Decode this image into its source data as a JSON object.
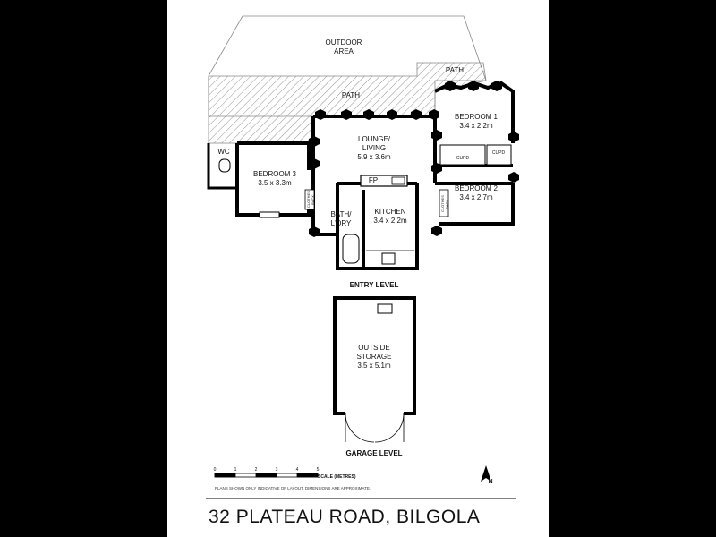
{
  "rooms": {
    "outdoor_area": [
      "OUTDOOR",
      "AREA"
    ],
    "path_top": "PATH",
    "path_main": "PATH",
    "wc": "WC",
    "bedroom3": [
      "BEDROOM 3",
      "3.5 x 3.3m"
    ],
    "lounge": [
      "LOUNGE/",
      "LIVING",
      "5.9 x 3.6m"
    ],
    "bedroom1": [
      "BEDROOM 1",
      "3.4 x 2.2m"
    ],
    "bedroom2": [
      "BEDROOM 2",
      "3.4 x 2.7m"
    ],
    "cupd_1": "CUPD",
    "cupd_2": "CUPD",
    "fp": "FP",
    "bath": [
      "BATH/",
      "L'DRY"
    ],
    "kitchen": [
      "KITCHEN",
      "3.4 x 2.2m"
    ],
    "clothes_rack_1": [
      "CLOTHES",
      "RACK"
    ],
    "clothes_rack_2": [
      "CLOTHES",
      "RACK"
    ],
    "storage": [
      "OUTSIDE",
      "STORAGE",
      "3.5 x 5.1m"
    ]
  },
  "levels": {
    "entry": "ENTRY LEVEL",
    "garage": "GARAGE LEVEL"
  },
  "scale": {
    "ticks": [
      "0",
      "1",
      "2",
      "3",
      "4",
      "5"
    ],
    "title": "SCALE (METRES)",
    "disclaimer": "PLANS SHOWN ONLY INDICATIVE OF LAYOUT. DIMENSIONS ARE APPROXIMATE."
  },
  "compass": "N",
  "address": "32 PLATEAU ROAD, BILGOLA",
  "colors": {
    "wall": "#000000",
    "paper": "#ffffff",
    "frame": "#000000"
  }
}
